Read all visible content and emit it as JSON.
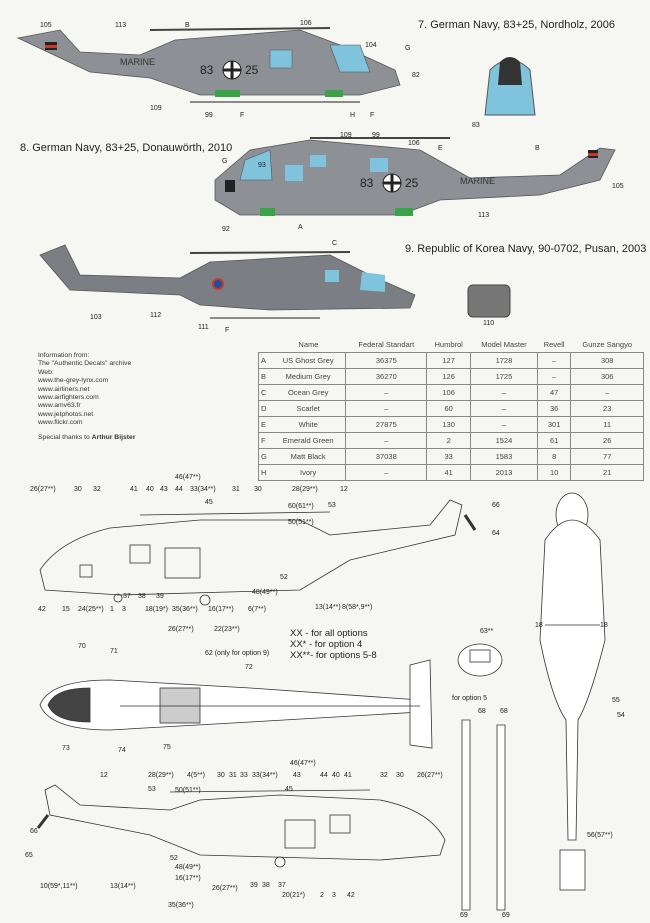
{
  "captions": {
    "option7": "7. German Navy, 83+25, Nordholz, 2006",
    "option8": "8. German Navy, 83+25, Donauwörth, 2010",
    "option9": "9. Republic of Korea Navy, 90-0702, Pusan, 2003"
  },
  "markings": {
    "marine": "MARINE",
    "serial_left": "83",
    "serial_right": "25"
  },
  "profile_callouts": {
    "p7": [
      "105",
      "113",
      "B",
      "106",
      "104",
      "G",
      "82",
      "109",
      "99",
      "F",
      "H",
      "F",
      "83"
    ],
    "p8": [
      "109",
      "99",
      "106",
      "E",
      "B",
      "G",
      "93",
      "92",
      "105",
      "113",
      "A"
    ],
    "p9": [
      "C",
      "103",
      "112",
      "111",
      "F",
      "110"
    ]
  },
  "paint_table": {
    "headers": [
      "Name",
      "Federal Standart",
      "Humbrol",
      "Model Master",
      "Revell",
      "Gunze Sangyo"
    ],
    "rows": [
      [
        "A",
        "US Ghost Grey",
        "36375",
        "127",
        "1728",
        "–",
        "308"
      ],
      [
        "B",
        "Medium Grey",
        "36270",
        "126",
        "1725",
        "–",
        "306"
      ],
      [
        "C",
        "Ocean Grey",
        "–",
        "106",
        "–",
        "47",
        "–"
      ],
      [
        "D",
        "Scarlet",
        "–",
        "60",
        "–",
        "36",
        "23"
      ],
      [
        "E",
        "White",
        "27875",
        "130",
        "–",
        "301",
        "11"
      ],
      [
        "F",
        "Emerald Green",
        "–",
        "2",
        "1524",
        "61",
        "26"
      ],
      [
        "G",
        "Matt Black",
        "37038",
        "33",
        "1583",
        "8",
        "77"
      ],
      [
        "H",
        "Ivory",
        "–",
        "41",
        "2013",
        "10",
        "21"
      ]
    ]
  },
  "info": {
    "lines": [
      "Information from:",
      "The \"Authentic Decals\" archive",
      "Web:",
      "www.the-grey-lynx.com",
      "www.airliners.net",
      "www.airfighters.com",
      "www.amv63.fr",
      "www.jetphotos.net",
      "www.flickr.com"
    ],
    "thanks_prefix": "Special thanks to ",
    "thanks_name": "Arthur Bijster"
  },
  "legend": [
    "XX - for all options",
    "XX* - for option 4",
    "XX**- for options 5-8"
  ],
  "stencil_callouts": {
    "side_top": [
      "26(27**)",
      "30",
      "32",
      "41",
      "40",
      "43",
      "44",
      "33(34**)",
      "31",
      "30",
      "28(29**)",
      "12",
      "46(47**)",
      "45",
      "60(61**)",
      "50(51**)",
      "53",
      "52",
      "42",
      "15",
      "24(25**)",
      "1",
      "3",
      "37",
      "38",
      "39",
      "18(19*)",
      "35(36**)",
      "16(17**)",
      "6(7**)",
      "48(49**)",
      "13(14**)",
      "8(58*,9**)",
      "26(27**)",
      "22(23**)"
    ],
    "top_view": [
      "70",
      "71",
      "62 (only for option 9)",
      "72",
      "73",
      "74",
      "75"
    ],
    "side_bottom": [
      "12",
      "53",
      "28(29**)",
      "4(5**)",
      "30",
      "31",
      "33",
      "33(34**)",
      "43",
      "44",
      "40",
      "41",
      "32",
      "30",
      "26(27**)",
      "46(47**)",
      "50(51**)",
      "45",
      "66",
      "65",
      "52",
      "10(59*,11**)",
      "13(14**)",
      "48(49**)",
      "16(17**)",
      "26(27**)",
      "35(36**)",
      "39",
      "38",
      "37",
      "20(21*)",
      "2",
      "3",
      "42"
    ],
    "detail": [
      "66",
      "64",
      "63**",
      "for option 5",
      "68",
      "68",
      "69",
      "69"
    ],
    "plan_view": [
      "18",
      "18",
      "55",
      "54",
      "56(57**)"
    ]
  },
  "colors": {
    "fuselage_grey": "#8d9094",
    "dark_grey": "#7b7f83",
    "canopy": "#7fc3dc",
    "green": "#3aa34a",
    "red": "#c43a2a"
  }
}
